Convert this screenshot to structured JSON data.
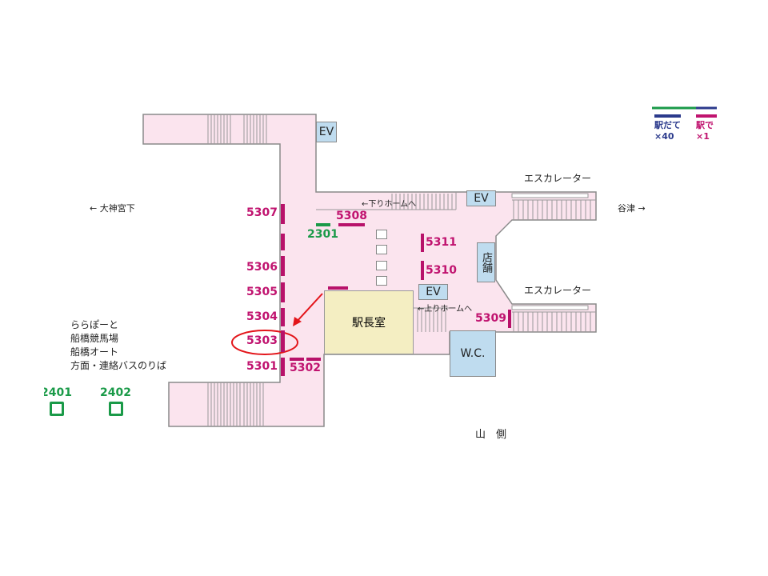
{
  "map": {
    "directions": {
      "left": "← 大神宮下",
      "right": "谷津 →",
      "bottom": "山　側"
    },
    "escalators": [
      "エスカレーター",
      "エスカレーター"
    ],
    "platform_down": "←下りホームへ",
    "platform_up": "←上りホームへ",
    "ev": "EV",
    "shop": "店舗",
    "wc": "W.C.",
    "station_master": "駅長室",
    "bus_info": [
      "ららぽーと",
      "船橋競馬場",
      "船橋オート",
      "方面・連絡バスのりば"
    ],
    "magenta_boards": [
      "5307",
      "5306",
      "5305",
      "5304",
      "5303",
      "5301",
      "5302",
      "5308",
      "5311",
      "5310",
      "5309"
    ],
    "green_boards": [
      "2301",
      "2401",
      "2402"
    ],
    "highlighted": "5303"
  },
  "legend": {
    "items": [
      {
        "label": "駅だて",
        "count": "×40",
        "color": "#2b3a8c"
      },
      {
        "label": "駅で",
        "count": "×1",
        "color": "#c0136f"
      }
    ]
  },
  "colors": {
    "floor": "#fbe4ee",
    "magenta": "#c0136f",
    "green": "#1a9a48",
    "highlight": "#e3151a"
  }
}
